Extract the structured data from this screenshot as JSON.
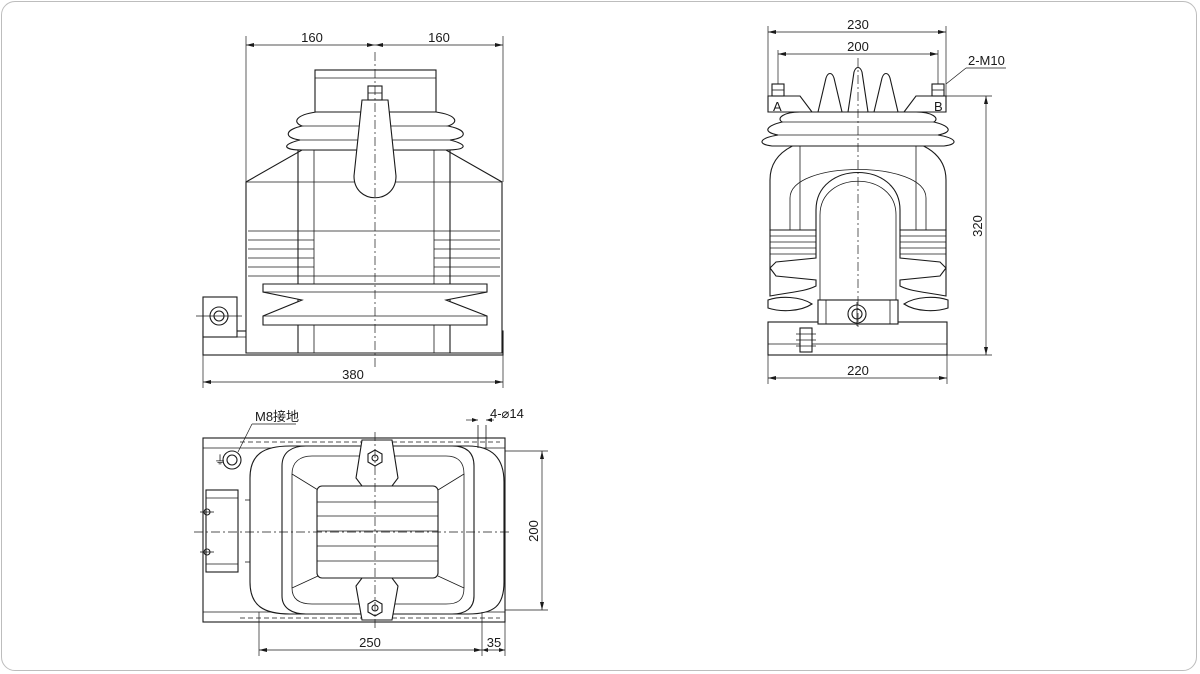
{
  "front_view": {
    "dim_left_half": "160",
    "dim_right_half": "160",
    "dim_base_width": "380"
  },
  "side_view": {
    "dim_top_width": "230",
    "dim_terminal_spacing": "200",
    "label_terminal_thread": "2-M10",
    "terminal_a": "A",
    "terminal_b": "B",
    "dim_height": "320",
    "dim_base_width": "220"
  },
  "plan_view": {
    "label_ground_bolt": "M8接地",
    "label_mounting_holes": "4-⌀14",
    "dim_depth": "200",
    "dim_hole_spacing": "250",
    "dim_edge_offset": "35"
  }
}
